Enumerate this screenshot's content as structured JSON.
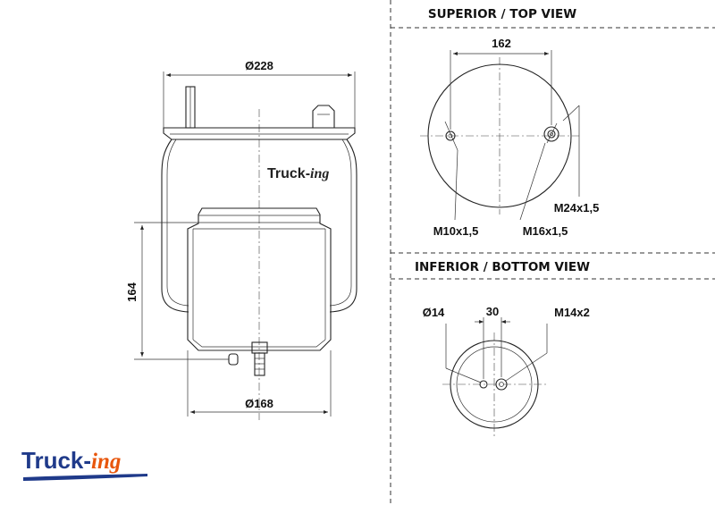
{
  "colors": {
    "logo_main": "#1f3a8a",
    "logo_accent": "#e8560c",
    "line": "#222222"
  },
  "views": {
    "top_title": "SUPERIOR / TOP VIEW",
    "bottom_title": "INFERIOR / BOTTOM VIEW"
  },
  "side_view": {
    "dim_top_diameter": "Ø228",
    "dim_height": "164",
    "dim_bottom_diameter": "Ø168",
    "embossed_logo_main": "Truck-",
    "embossed_logo_tail": "ing"
  },
  "top_view": {
    "dim_bolt_spacing": "162",
    "label_thread_left": "M10x1,5",
    "label_thread_right": "M16x1,5",
    "label_thread_air": "M24x1,5"
  },
  "bottom_view": {
    "dim_hole": "Ø14",
    "dim_offset": "30",
    "label_thread": "M14x2"
  },
  "logo": {
    "main": "Truck-",
    "tail": "ing"
  }
}
